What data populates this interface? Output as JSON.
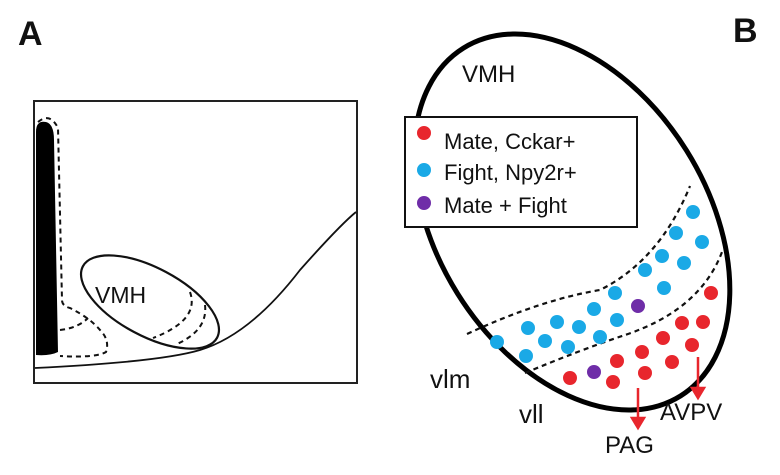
{
  "panel_a": {
    "label": "A",
    "region_label": "VMH"
  },
  "panel_b": {
    "label": "B",
    "region_label": "VMH",
    "legend": [
      {
        "label": "Mate, Cckar+",
        "color": "#e8262d"
      },
      {
        "label": "Fight, Npy2r+",
        "color": "#1aa9e6"
      },
      {
        "label": "Mate + Fight",
        "color": "#6f2da8"
      }
    ],
    "subregions": {
      "vlm": "vlm",
      "vll": "vll"
    },
    "projections": {
      "pag": "PAG",
      "avpv": "AVPV"
    },
    "arrow_color": "#e8262d"
  }
}
